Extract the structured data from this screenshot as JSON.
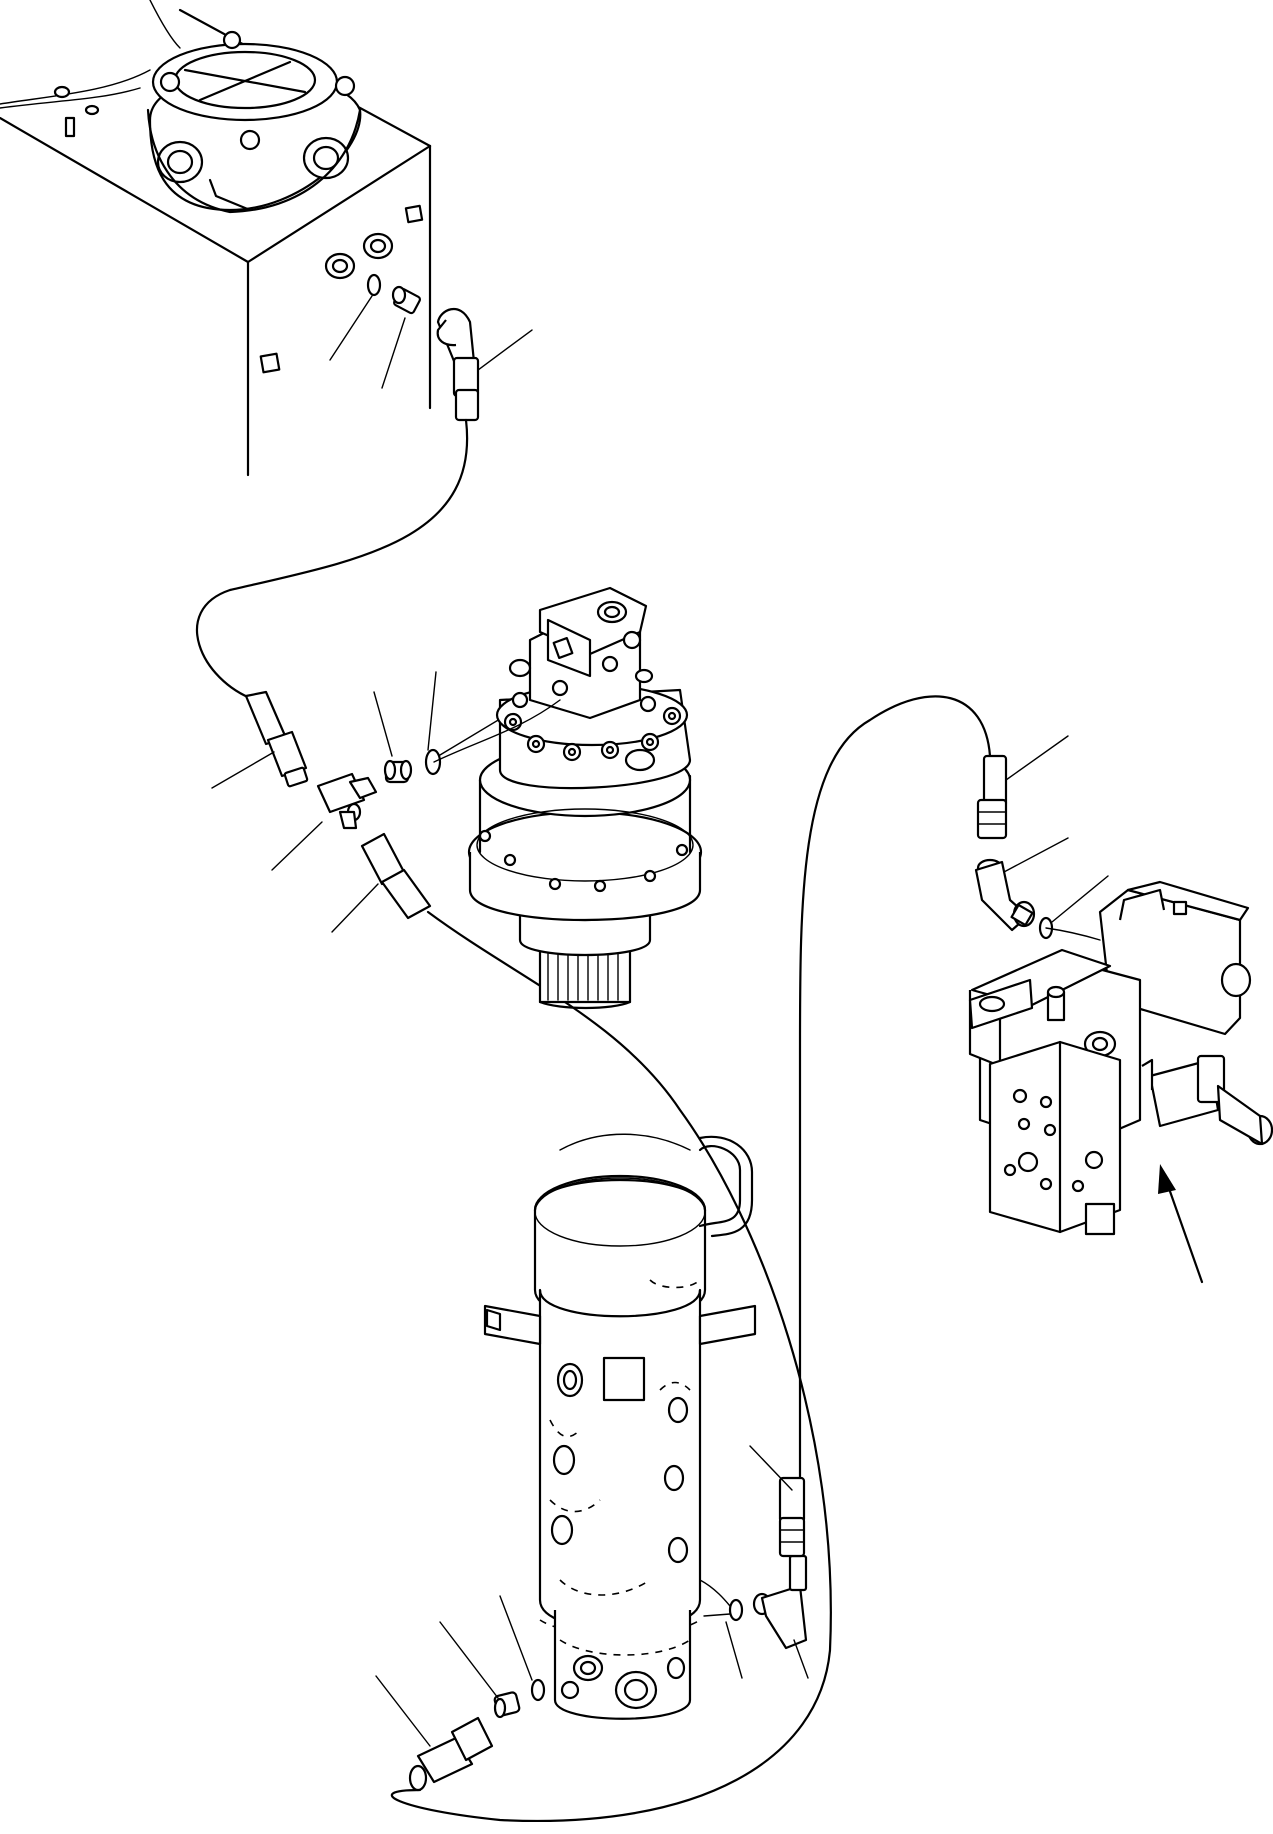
{
  "diagram": {
    "title": "",
    "labels": []
  },
  "colors": {
    "line": "#000000",
    "background": "#ffffff"
  },
  "components": [
    "hydraulic-tank",
    "swing-motor",
    "swivel-joint",
    "hydraulic-pump"
  ]
}
